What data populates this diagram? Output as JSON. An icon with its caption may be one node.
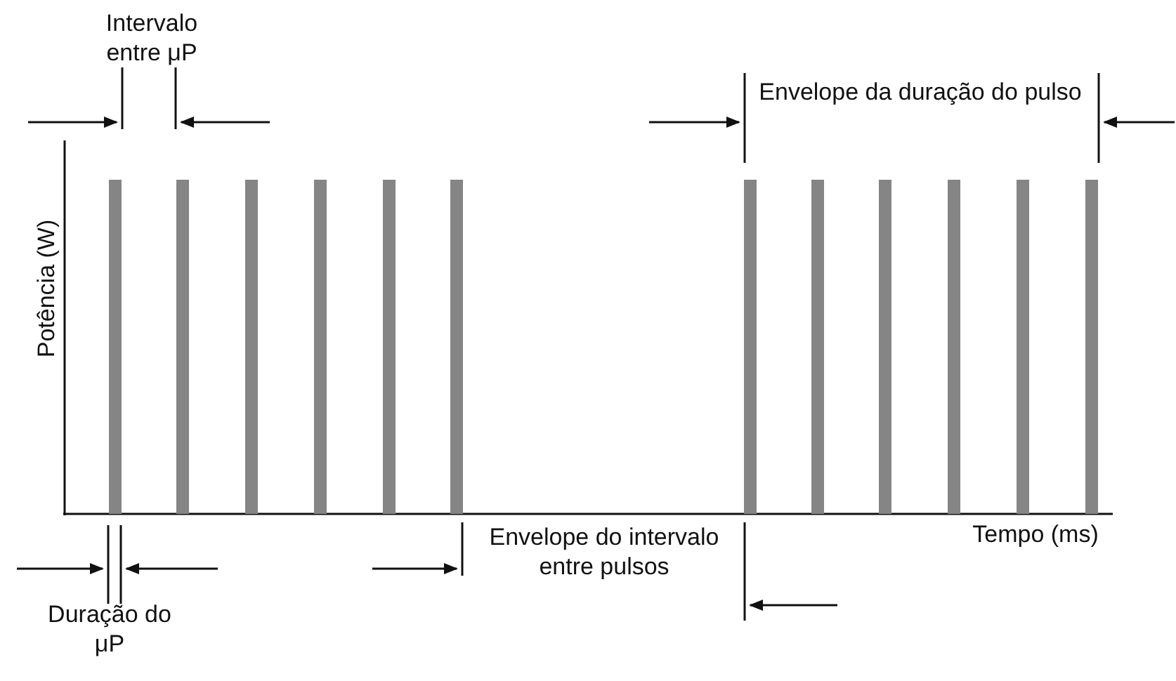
{
  "diagram": {
    "labels": [
      "Intervalo entre μP",
      "Envelope da duração do pulso",
      "Potência (W)",
      "Tempo (ms)",
      "Envelope do intervalo entre pulsos",
      "Duração do μP"
    ]
  }
}
